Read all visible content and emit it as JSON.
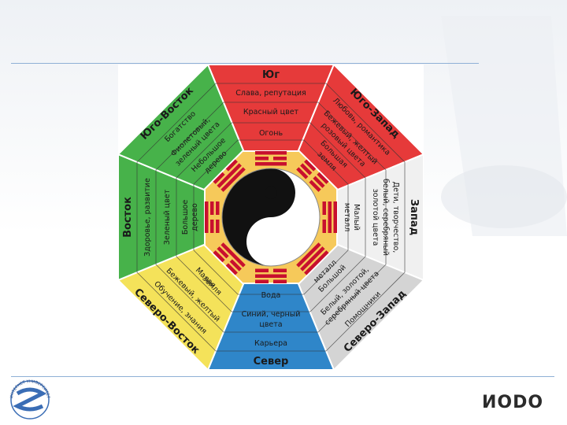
{
  "directions": {
    "south": {
      "title": "Юг",
      "items": [
        "Слава, репутация",
        "Красный цвет",
        "Огонь"
      ],
      "color": "#e63a3a"
    },
    "southwest": {
      "title": "Юго-Запад",
      "items": [
        "Любовь, романтика",
        "Бежевый, желтый",
        "розовый цвета",
        "Большая",
        "земля"
      ],
      "color": "#e63a3a"
    },
    "west": {
      "title": "Запад",
      "items": [
        "Дети, творчество,",
        "белый, серебряный",
        "золотой цвета",
        "Малый",
        "металл"
      ],
      "color": "#f2f2f2"
    },
    "northwest": {
      "title": "Северо-Запад",
      "items": [
        "Большой",
        "металл",
        "Белый, золотой,",
        "серебряный цвета",
        "Помощники"
      ],
      "color": "#d9d9d9"
    },
    "north": {
      "title": "Север",
      "items": [
        "Вода",
        "Синий, черный",
        "цвета",
        "Карьера"
      ],
      "color": "#2f86c9"
    },
    "northeast": {
      "title": "Северо-Восток",
      "items": [
        "Малая",
        "земля",
        "Бежевый, желтый",
        "Обучение, знания"
      ],
      "color": "#f4e25a"
    },
    "east": {
      "title": "Восток",
      "items": [
        "Большое",
        "дерево",
        "Зеленый цвет",
        "Здоровье, развитие"
      ],
      "color": "#47b24a"
    },
    "southeast": {
      "title": "Юго-Восток",
      "items": [
        "Небольшое",
        "дерево",
        "Фиолетовый,",
        "зеленый цвета",
        "Богатство"
      ],
      "color": "#47b24a"
    }
  },
  "logos": {
    "left": "ИНТЕРНЕТ УНИВЕРСИТЕТ",
    "right": "ИОDО"
  },
  "colors": {
    "red": "#e63a3a",
    "green": "#47b24a",
    "yellow": "#f4e25a",
    "blue": "#2f86c9",
    "grey": "#d9d9d9",
    "center_ring": "#f6c95a",
    "trigram": "#c8102e"
  }
}
